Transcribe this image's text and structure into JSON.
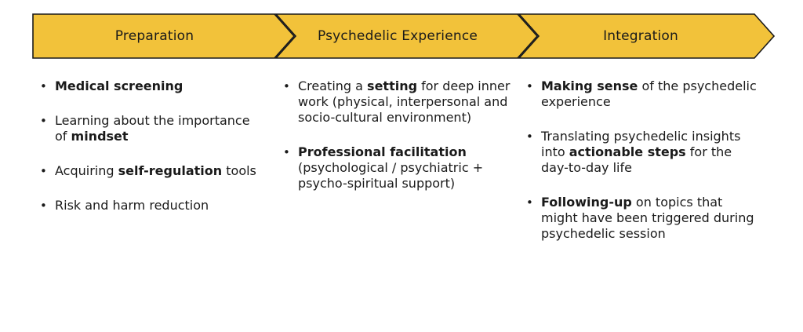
{
  "colors": {
    "chevron_fill": "#F2C23A",
    "chevron_stroke": "#1a1a1a",
    "text": "#1a1a1a"
  },
  "stages": [
    {
      "label": "Preparation",
      "items": [
        [
          {
            "t": "Medical screening",
            "b": true
          }
        ],
        [
          {
            "t": "Learning about the importance of ",
            "b": false
          },
          {
            "t": "mindset",
            "b": true
          }
        ],
        [
          {
            "t": "Acquiring ",
            "b": false
          },
          {
            "t": "self-regulation",
            "b": true
          },
          {
            "t": " tools",
            "b": false
          }
        ],
        [
          {
            "t": "Risk and harm reduction",
            "b": false
          }
        ]
      ]
    },
    {
      "label": "Psychedelic Experience",
      "items": [
        [
          {
            "t": "Creating a ",
            "b": false
          },
          {
            "t": "setting",
            "b": true
          },
          {
            "t": " for deep inner work (physical, interpersonal and socio-cultural environment)",
            "b": false
          }
        ],
        [
          {
            "t": "Professional facilitation",
            "b": true
          },
          {
            "t": " (psychological / psychiatric + psycho-spiritual support)",
            "b": false
          }
        ]
      ]
    },
    {
      "label": "Integration",
      "items": [
        [
          {
            "t": "Making sense",
            "b": true
          },
          {
            "t": " of the psychedelic experience",
            "b": false
          }
        ],
        [
          {
            "t": "Translating psychedelic insights into ",
            "b": false
          },
          {
            "t": "actionable steps",
            "b": true
          },
          {
            "t": " for the day-to-day life",
            "b": false
          }
        ],
        [
          {
            "t": "Following-up",
            "b": true
          },
          {
            "t": " on topics that might have been triggered during psychedelic session",
            "b": false
          }
        ]
      ]
    }
  ]
}
